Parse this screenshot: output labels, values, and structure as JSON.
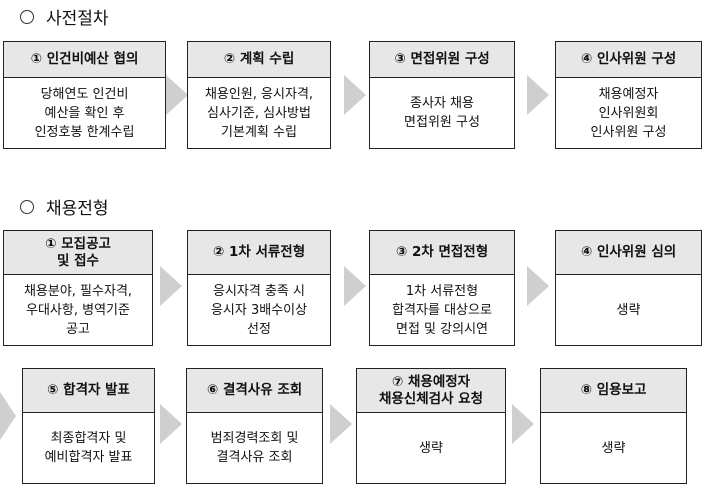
{
  "sections": [
    {
      "title": "사전절차",
      "steps": [
        {
          "label": "① 인건비예산 협의",
          "desc": "당해연도 인건비\n예산을 확인 후\n인정호봉 한계수립"
        },
        {
          "label": "② 계획 수립",
          "desc": "채용인원, 응시자격,\n심사기준, 심사방법\n기본계획 수립"
        },
        {
          "label": "③ 면접위원 구성",
          "desc": "종사자 채용\n면접위원 구성"
        },
        {
          "label": "④ 인사위원 구성",
          "desc": "채용예정자\n인사위원회\n인사위원 구성"
        }
      ]
    },
    {
      "title": "채용전형",
      "steps": [
        {
          "label": "① 모집공고\n및 접수",
          "desc": "채용분야, 필수자격,\n우대사항, 병역기준\n공고"
        },
        {
          "label": "② 1차 서류전형",
          "desc": "응시자격 충족 시\n응시자 3배수이상\n선정"
        },
        {
          "label": "③ 2차 면접전형",
          "desc": "1차 서류전형\n합격자를 대상으로\n면접 및 강의시연"
        },
        {
          "label": "④ 인사위원 심의",
          "desc": "생략"
        },
        {
          "label": "⑤ 합격자 발표",
          "desc": "최종합격자 및\n예비합격자 발표"
        },
        {
          "label": "⑥ 결격사유 조회",
          "desc": "범죄경력조회 및\n결격사유 조회"
        },
        {
          "label": "⑦ 채용예정자\n채용신체검사 요청",
          "desc": "생략"
        },
        {
          "label": "⑧ 임용보고",
          "desc": "생략"
        }
      ]
    }
  ],
  "icons": {
    "bullet": "circle-bullet-icon",
    "flow_arrow": "chevron-right-icon"
  },
  "colors": {
    "header_bg": "#e7e7e7",
    "arrow": "#cfcfcf",
    "border": "#222222"
  }
}
